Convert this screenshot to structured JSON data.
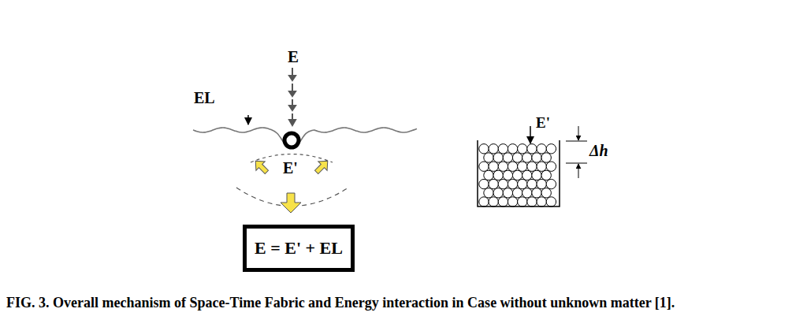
{
  "diagram": {
    "caption": "FIG. 3. Overall mechanism of Space-Time Fabric and Energy interaction in Case without unknown matter [1].",
    "nodes": [
      {
        "text": [
          "E = E' + EL"
        ]
      }
    ],
    "labels": [
      "E",
      "EL",
      "E'",
      "E'",
      "Δh"
    ]
  }
}
